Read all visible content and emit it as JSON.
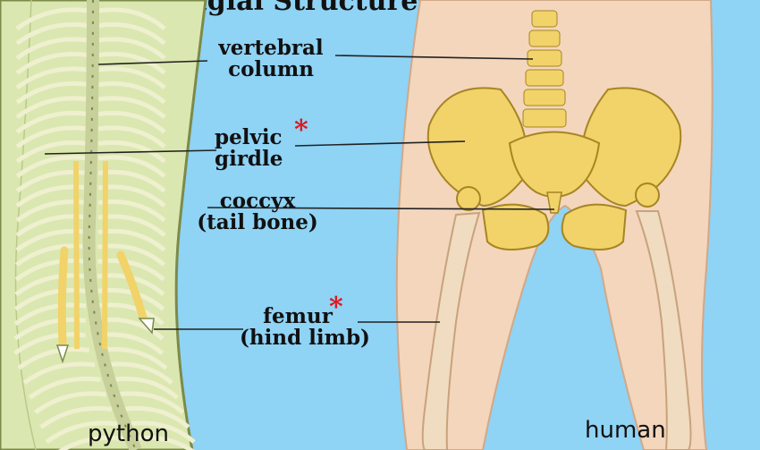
{
  "title": "Vestigial Structures",
  "labels": {
    "vertebral_column": [
      "vertebral",
      "column"
    ],
    "pelvic_girdle": [
      "pelvic",
      "girdle"
    ],
    "coccyx": [
      "coccyx",
      "(tail bone)"
    ],
    "femur": [
      "femur",
      "(hind limb)"
    ]
  },
  "marker": "*",
  "captions": {
    "python": "python",
    "human": "human"
  },
  "colors": {
    "background": "#8fd3f5",
    "python_skin": "#dbe7b0",
    "python_outline": "#7c8a4a",
    "rib": "#eef0cf",
    "bone": "#f1d36a",
    "bone_outline": "#a78522",
    "human_skin": "#f3d6bc",
    "femur": "#f0dcc0",
    "leader_line": "#222222",
    "marker": "#e0141a"
  }
}
